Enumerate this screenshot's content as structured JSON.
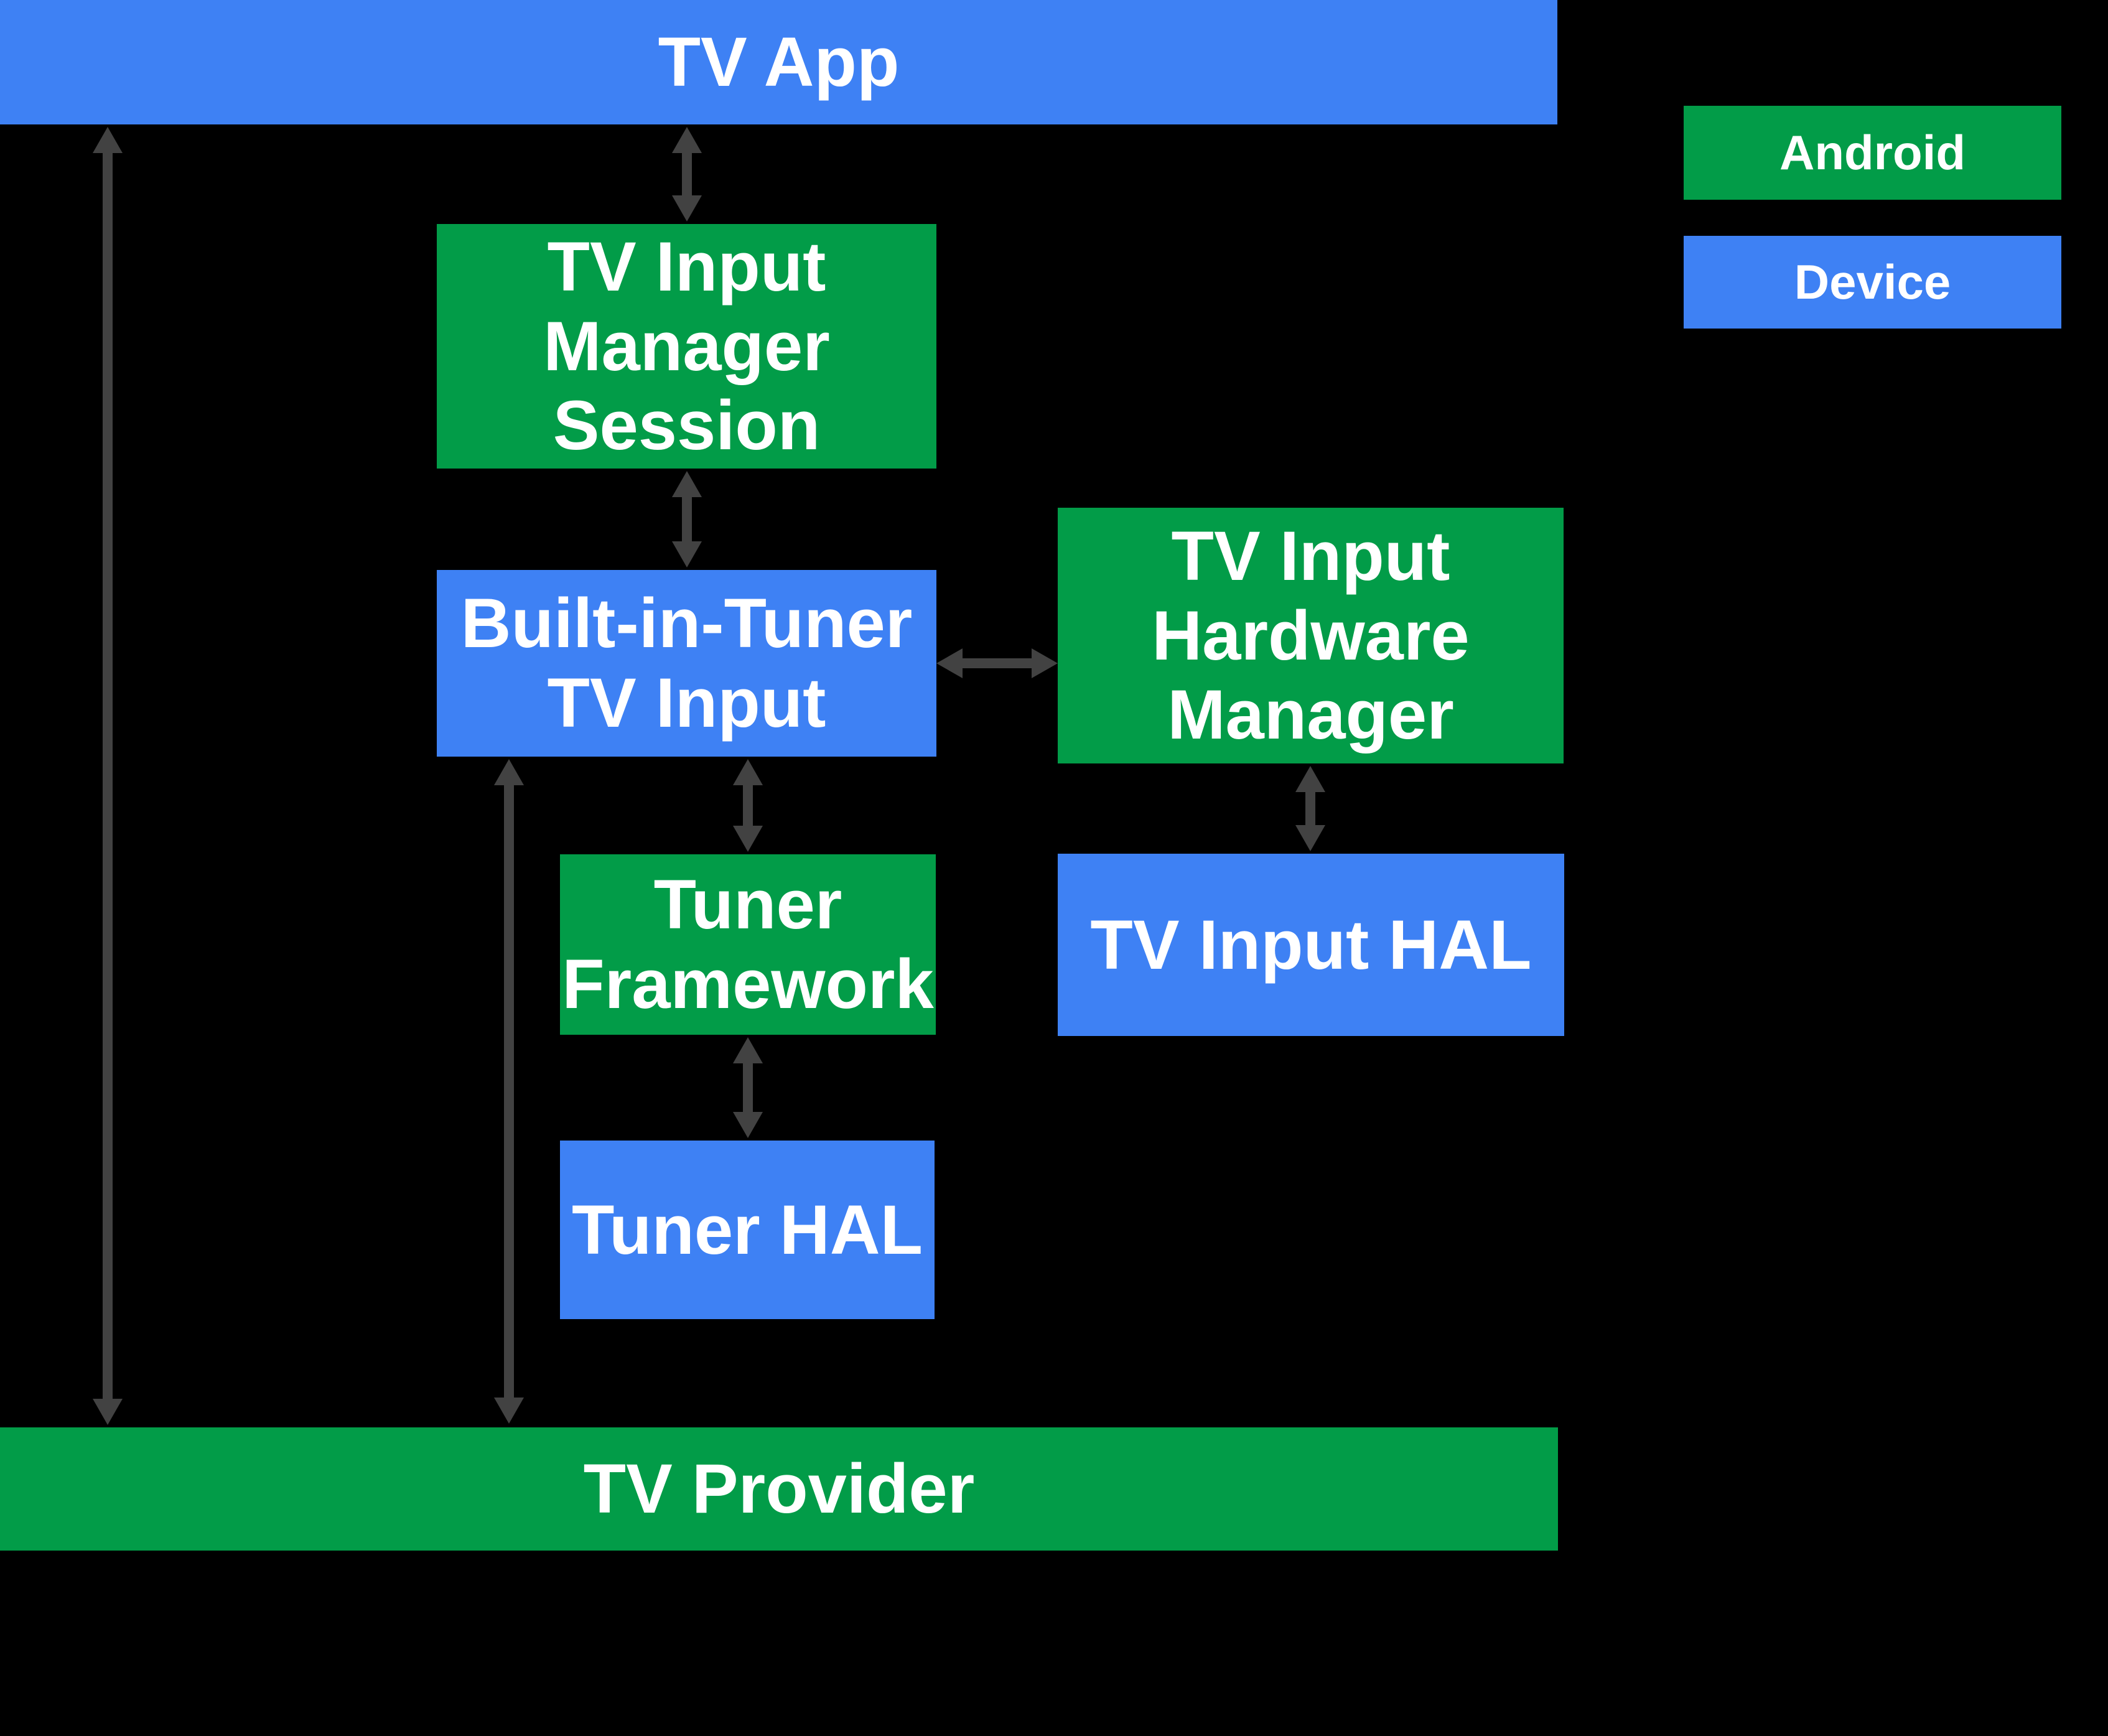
{
  "nodes": {
    "tv_app": {
      "label": "TV App",
      "type": "Device"
    },
    "tv_input_manager_session": {
      "label": "TV Input\nManager\nSession",
      "type": "Android"
    },
    "built_in_tuner_tv_input": {
      "label": "Built-in-Tuner\nTV Input",
      "type": "Device"
    },
    "tv_input_hardware_manager": {
      "label": "TV Input\nHardware\nManager",
      "type": "Android"
    },
    "tuner_framework": {
      "label": "Tuner\nFramework",
      "type": "Android"
    },
    "tv_input_hal": {
      "label": "TV Input HAL",
      "type": "Device"
    },
    "tuner_hal": {
      "label": "Tuner HAL",
      "type": "Device"
    },
    "tv_provider": {
      "label": "TV Provider",
      "type": "Android"
    }
  },
  "legend": {
    "android": {
      "label": "Android"
    },
    "device": {
      "label": "Device"
    }
  },
  "colors": {
    "android_green": "#029C48",
    "device_blue": "#3E81F4",
    "arrow_gray": "#424242",
    "bg_black": "#000000",
    "text_white": "#FFFFFF"
  }
}
